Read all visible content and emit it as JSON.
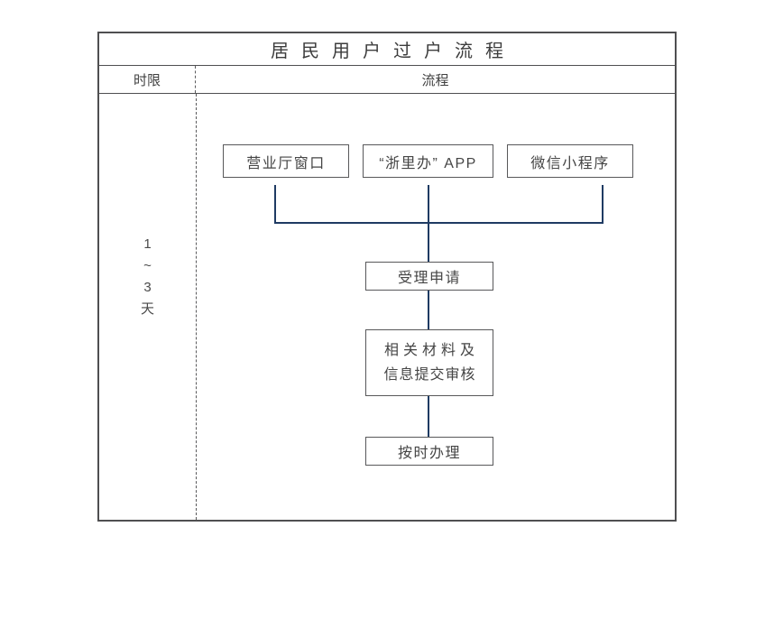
{
  "title": "居民用户过户流程",
  "header": {
    "time_limit": "时限",
    "process": "流程"
  },
  "duration": {
    "parts": [
      "1",
      "~",
      "3",
      "天"
    ]
  },
  "channels": [
    {
      "label": "营业厅窗口"
    },
    {
      "label": "“浙里办” APP"
    },
    {
      "label": "微信小程序"
    }
  ],
  "steps": {
    "accept": {
      "label": "受理申请"
    },
    "review": {
      "line1": "相关材料及",
      "line2": "信息提交审核"
    },
    "handle": {
      "label": "按时办理"
    }
  },
  "colors": {
    "connector": "#1f3b63",
    "border": "#4f4f51",
    "box_border": "#58585a",
    "text": "#404040"
  }
}
